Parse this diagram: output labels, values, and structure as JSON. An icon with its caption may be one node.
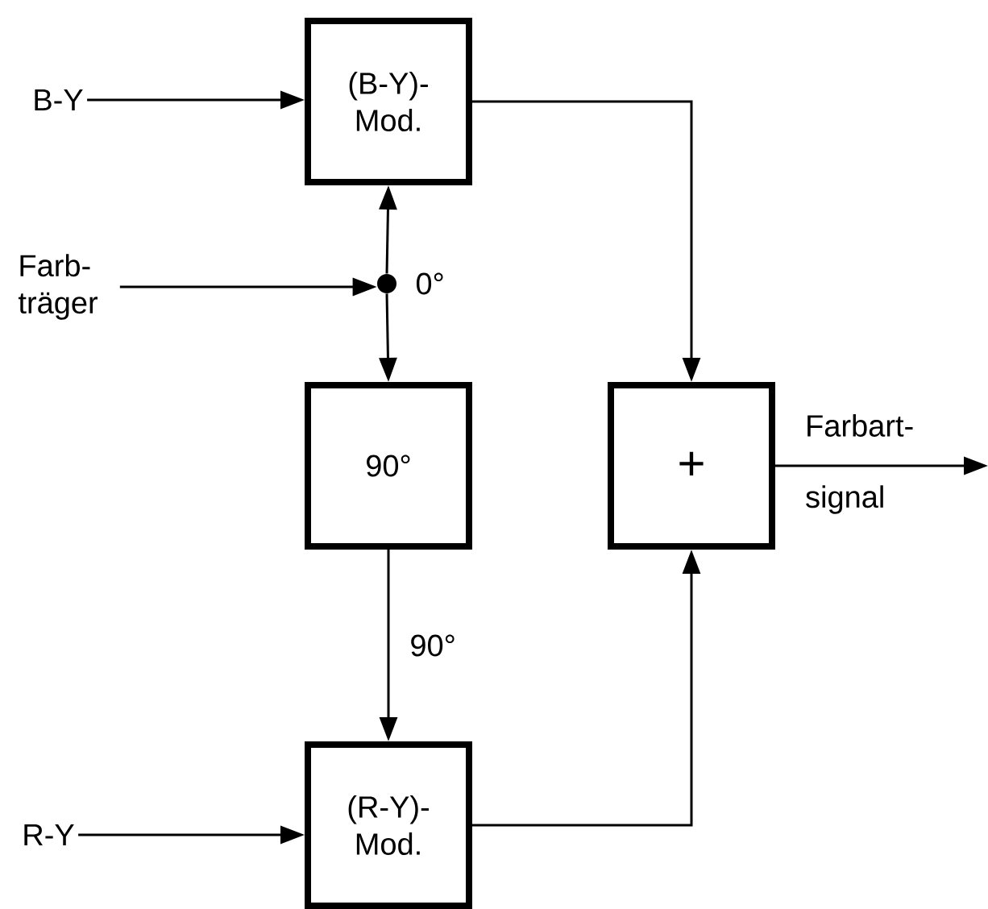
{
  "diagram": {
    "nodes": [
      {
        "text": [
          "B-Y"
        ]
      },
      {
        "text": [
          "(B-Y)- Mod."
        ]
      },
      {
        "text": [
          "Farb- träger"
        ]
      },
      {
        "text": [],
        "shape": "circle",
        "beside": [
          "0°"
        ]
      },
      {
        "text": [
          "90°"
        ]
      },
      {
        "text": [
          "+"
        ]
      },
      {
        "text": [
          "(R-Y)- Mod."
        ]
      },
      {
        "text": [
          "R-Y"
        ]
      }
    ],
    "edges": [
      {
        "from": 0,
        "to": 1,
        "arrow": "to"
      },
      {
        "from": 2,
        "to": 3,
        "arrow": "to"
      },
      {
        "from": 3,
        "to": 1,
        "arrow": "to"
      },
      {
        "from": 3,
        "to": 4,
        "arrow": "to"
      },
      {
        "from": 4,
        "to": 6,
        "arrow": "to",
        "label": "90°"
      },
      {
        "from": 1,
        "to": 5,
        "arrow": "to"
      },
      {
        "from": 6,
        "to": 5,
        "arrow": "to"
      },
      {
        "from": 7,
        "to": 6,
        "arrow": "to"
      },
      {
        "from": 5,
        "to": null,
        "arrow": "to"
      }
    ],
    "labels": [
      "Farbart-",
      "signal"
    ]
  }
}
